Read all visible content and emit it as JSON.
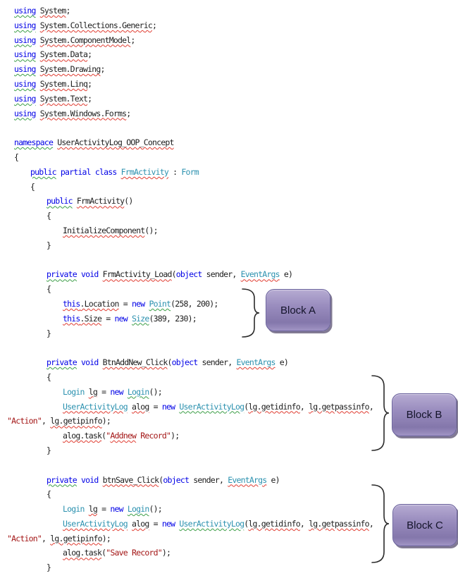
{
  "palette": {
    "keyword": "#0000e6",
    "type": "#2b91af",
    "string": "#a31515",
    "plain": "#1c1c1c",
    "squiggle_red": "#e03c31",
    "squiggle_green": "#3c9e47",
    "callout_fill_top": "#b6abd2",
    "callout_fill_bottom": "#8477ab",
    "callout_border": "#69619c"
  },
  "callouts": {
    "a": {
      "label": "Block A"
    },
    "b": {
      "label": "Block B"
    },
    "c": {
      "label": "Block C"
    }
  },
  "code": {
    "lines": [
      {
        "i": 0,
        "tk": [
          {
            "t": "using",
            "c": "kw",
            "u": "g"
          },
          {
            "t": " "
          },
          {
            "t": "System",
            "u": "r"
          },
          {
            "t": ";"
          }
        ]
      },
      {
        "i": 0,
        "tk": [
          {
            "t": "using",
            "c": "kw",
            "u": "g"
          },
          {
            "t": " "
          },
          {
            "t": "System.Collections.Generic",
            "u": "r"
          },
          {
            "t": ";"
          }
        ]
      },
      {
        "i": 0,
        "tk": [
          {
            "t": "using",
            "c": "kw",
            "u": "g"
          },
          {
            "t": " "
          },
          {
            "t": "System.ComponentModel",
            "u": "r"
          },
          {
            "t": ";"
          }
        ]
      },
      {
        "i": 0,
        "tk": [
          {
            "t": "using",
            "c": "kw",
            "u": "g"
          },
          {
            "t": " "
          },
          {
            "t": "System.Data",
            "u": "r"
          },
          {
            "t": ";"
          }
        ]
      },
      {
        "i": 0,
        "tk": [
          {
            "t": "using",
            "c": "kw",
            "u": "g"
          },
          {
            "t": " "
          },
          {
            "t": "System.Drawing",
            "u": "r"
          },
          {
            "t": ";"
          }
        ]
      },
      {
        "i": 0,
        "tk": [
          {
            "t": "using",
            "c": "kw",
            "u": "g"
          },
          {
            "t": " "
          },
          {
            "t": "System.Linq",
            "u": "r"
          },
          {
            "t": ";"
          }
        ]
      },
      {
        "i": 0,
        "tk": [
          {
            "t": "using",
            "c": "kw",
            "u": "g"
          },
          {
            "t": " "
          },
          {
            "t": "System.Text",
            "u": "r"
          },
          {
            "t": ";"
          }
        ]
      },
      {
        "i": 0,
        "tk": [
          {
            "t": "using",
            "c": "kw",
            "u": "g"
          },
          {
            "t": " "
          },
          {
            "t": "System.Windows.Forms",
            "u": "r"
          },
          {
            "t": ";"
          }
        ]
      },
      {
        "i": 0,
        "tk": []
      },
      {
        "i": 0,
        "tk": [
          {
            "t": "namespace",
            "c": "kw",
            "u": "g"
          },
          {
            "t": " "
          },
          {
            "t": "UserActivityLog_OOP_Concept",
            "u": "r"
          }
        ]
      },
      {
        "i": 0,
        "tk": [
          {
            "t": "{"
          }
        ]
      },
      {
        "i": 1,
        "tk": [
          {
            "t": "public",
            "c": "kw",
            "u": "g"
          },
          {
            "t": " "
          },
          {
            "t": "partial",
            "c": "kw"
          },
          {
            "t": " "
          },
          {
            "t": "class",
            "c": "kw"
          },
          {
            "t": " "
          },
          {
            "t": "FrmActivity",
            "c": "ty",
            "u": "r"
          },
          {
            "t": " : "
          },
          {
            "t": "Form",
            "c": "ty"
          }
        ]
      },
      {
        "i": 1,
        "tk": [
          {
            "t": "{"
          }
        ]
      },
      {
        "i": 2,
        "tk": [
          {
            "t": "public",
            "c": "kw",
            "u": "g"
          },
          {
            "t": " "
          },
          {
            "t": "FrmActivity",
            "u": "r"
          },
          {
            "t": "()"
          }
        ]
      },
      {
        "i": 2,
        "tk": [
          {
            "t": "{"
          }
        ]
      },
      {
        "i": 3,
        "tk": [
          {
            "t": "InitializeComponent",
            "u": "r"
          },
          {
            "t": "();"
          }
        ]
      },
      {
        "i": 2,
        "tk": [
          {
            "t": "}"
          }
        ]
      },
      {
        "i": 0,
        "tk": []
      },
      {
        "i": 2,
        "tk": [
          {
            "t": "private",
            "c": "kw",
            "u": "g"
          },
          {
            "t": " "
          },
          {
            "t": "void",
            "c": "kw"
          },
          {
            "t": " "
          },
          {
            "t": "FrmActivity_Load",
            "u": "r"
          },
          {
            "t": "("
          },
          {
            "t": "object",
            "c": "kw"
          },
          {
            "t": " sender, "
          },
          {
            "t": "EventArgs",
            "c": "ty",
            "u": "r"
          },
          {
            "t": " e)"
          }
        ]
      },
      {
        "i": 2,
        "tk": [
          {
            "t": "{"
          }
        ]
      },
      {
        "i": 3,
        "tk": [
          {
            "t": "this",
            "c": "kw",
            "u": "r"
          },
          {
            "t": ".Location",
            "u": "r"
          },
          {
            "t": " = "
          },
          {
            "t": "new",
            "c": "kw"
          },
          {
            "t": " "
          },
          {
            "t": "Point",
            "c": "ty",
            "u": "g"
          },
          {
            "t": "(258, 200);"
          }
        ]
      },
      {
        "i": 3,
        "tk": [
          {
            "t": "this",
            "c": "kw",
            "u": "r"
          },
          {
            "t": ".Size",
            "u": "r"
          },
          {
            "t": " = "
          },
          {
            "t": "new",
            "c": "kw"
          },
          {
            "t": " "
          },
          {
            "t": "Size",
            "c": "ty",
            "u": "g"
          },
          {
            "t": "(389, 230);"
          }
        ]
      },
      {
        "i": 2,
        "tk": [
          {
            "t": "}"
          }
        ]
      },
      {
        "i": 0,
        "tk": []
      },
      {
        "i": 2,
        "tk": [
          {
            "t": "private",
            "c": "kw",
            "u": "g"
          },
          {
            "t": " "
          },
          {
            "t": "void",
            "c": "kw"
          },
          {
            "t": " "
          },
          {
            "t": "BtnAddNew_Click",
            "u": "r"
          },
          {
            "t": "("
          },
          {
            "t": "object",
            "c": "kw"
          },
          {
            "t": " sender, "
          },
          {
            "t": "EventArgs",
            "c": "ty",
            "u": "r"
          },
          {
            "t": " e)"
          }
        ]
      },
      {
        "i": 2,
        "tk": [
          {
            "t": "{"
          }
        ]
      },
      {
        "i": 3,
        "tk": [
          {
            "t": "Login",
            "c": "ty"
          },
          {
            "t": " "
          },
          {
            "t": "lg",
            "u": "r"
          },
          {
            "t": " = "
          },
          {
            "t": "new",
            "c": "kw"
          },
          {
            "t": " "
          },
          {
            "t": "Login",
            "c": "ty",
            "u": "g"
          },
          {
            "t": "();"
          }
        ]
      },
      {
        "i": 3,
        "tk": [
          {
            "t": "UserActivityLog",
            "c": "ty",
            "u": "r"
          },
          {
            "t": " "
          },
          {
            "t": "alog",
            "u": "r"
          },
          {
            "t": " = "
          },
          {
            "t": "new",
            "c": "kw"
          },
          {
            "t": " "
          },
          {
            "t": "UserActivityLog",
            "c": "ty",
            "u": "g"
          },
          {
            "t": "("
          },
          {
            "t": "lg.getidinfo",
            "u": "r"
          },
          {
            "t": ", "
          },
          {
            "t": "lg.getpassinfo",
            "u": "r"
          },
          {
            "t": ","
          }
        ]
      },
      {
        "w": 1,
        "tk": [
          {
            "t": "\"Action\"",
            "c": "st"
          },
          {
            "t": ", "
          },
          {
            "t": "lg.getipinfo",
            "u": "r"
          },
          {
            "t": ");"
          }
        ]
      },
      {
        "i": 3,
        "tk": [
          {
            "t": "alog.task",
            "u": "r"
          },
          {
            "t": "("
          },
          {
            "t": "\"",
            "c": "st"
          },
          {
            "t": "Addnew",
            "c": "st",
            "u": "r"
          },
          {
            "t": " Record\"",
            "c": "st"
          },
          {
            "t": ");"
          }
        ]
      },
      {
        "i": 2,
        "tk": [
          {
            "t": "}"
          }
        ]
      },
      {
        "i": 0,
        "tk": []
      },
      {
        "i": 2,
        "tk": [
          {
            "t": "private",
            "c": "kw",
            "u": "g"
          },
          {
            "t": " "
          },
          {
            "t": "void",
            "c": "kw"
          },
          {
            "t": " "
          },
          {
            "t": "btnSave_Click",
            "u": "r"
          },
          {
            "t": "("
          },
          {
            "t": "object",
            "c": "kw"
          },
          {
            "t": " sender, "
          },
          {
            "t": "EventArgs",
            "c": "ty",
            "u": "r"
          },
          {
            "t": " e)"
          }
        ]
      },
      {
        "i": 2,
        "tk": [
          {
            "t": "{"
          }
        ]
      },
      {
        "i": 3,
        "tk": [
          {
            "t": "Login",
            "c": "ty"
          },
          {
            "t": " "
          },
          {
            "t": "lg",
            "u": "r"
          },
          {
            "t": " = "
          },
          {
            "t": "new",
            "c": "kw"
          },
          {
            "t": " "
          },
          {
            "t": "Login",
            "c": "ty",
            "u": "g"
          },
          {
            "t": "();"
          }
        ]
      },
      {
        "i": 3,
        "tk": [
          {
            "t": "UserActivityLog",
            "c": "ty",
            "u": "r"
          },
          {
            "t": " "
          },
          {
            "t": "alog",
            "u": "r"
          },
          {
            "t": " = "
          },
          {
            "t": "new",
            "c": "kw"
          },
          {
            "t": " "
          },
          {
            "t": "UserActivityLog",
            "c": "ty",
            "u": "g"
          },
          {
            "t": "("
          },
          {
            "t": "lg.getidinfo",
            "u": "r"
          },
          {
            "t": ", "
          },
          {
            "t": "lg.getpassinfo",
            "u": "r"
          },
          {
            "t": ","
          }
        ]
      },
      {
        "w": 1,
        "tk": [
          {
            "t": "\"Action\"",
            "c": "st"
          },
          {
            "t": ", "
          },
          {
            "t": "lg.getipinfo",
            "u": "r"
          },
          {
            "t": ");"
          }
        ]
      },
      {
        "i": 3,
        "tk": [
          {
            "t": "alog.task",
            "u": "r"
          },
          {
            "t": "("
          },
          {
            "t": "\"Save Record\"",
            "c": "st"
          },
          {
            "t": ");"
          }
        ]
      },
      {
        "i": 2,
        "tk": [
          {
            "t": "}"
          }
        ]
      }
    ]
  }
}
